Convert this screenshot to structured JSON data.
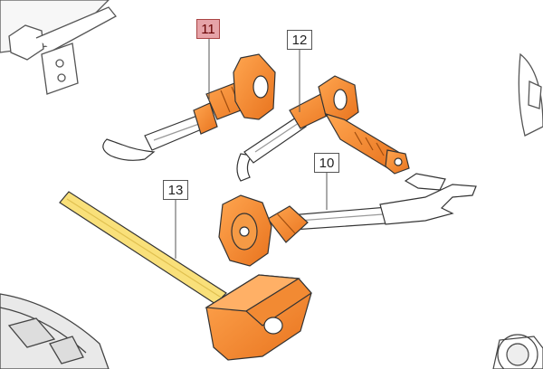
{
  "colors": {
    "accent": "#f0842c",
    "accent_dark": "#c86414",
    "handle_wood": "#f9e07a",
    "highlight_callout": "#e6a3a8",
    "outline": "#333333"
  },
  "callouts": [
    {
      "id": "11",
      "label": "11",
      "highlighted": true
    },
    {
      "id": "12",
      "label": "12",
      "highlighted": false
    },
    {
      "id": "10",
      "label": "10",
      "highlighted": false
    },
    {
      "id": "13",
      "label": "13",
      "highlighted": false
    }
  ],
  "parts": [
    {
      "callout": "11",
      "name": "chisel-with-hand-guard-small"
    },
    {
      "callout": "12",
      "name": "chisel-with-side-handle"
    },
    {
      "callout": "10",
      "name": "pry-bar-with-hand-guard"
    },
    {
      "callout": "13",
      "name": "sledge-hammer"
    }
  ]
}
